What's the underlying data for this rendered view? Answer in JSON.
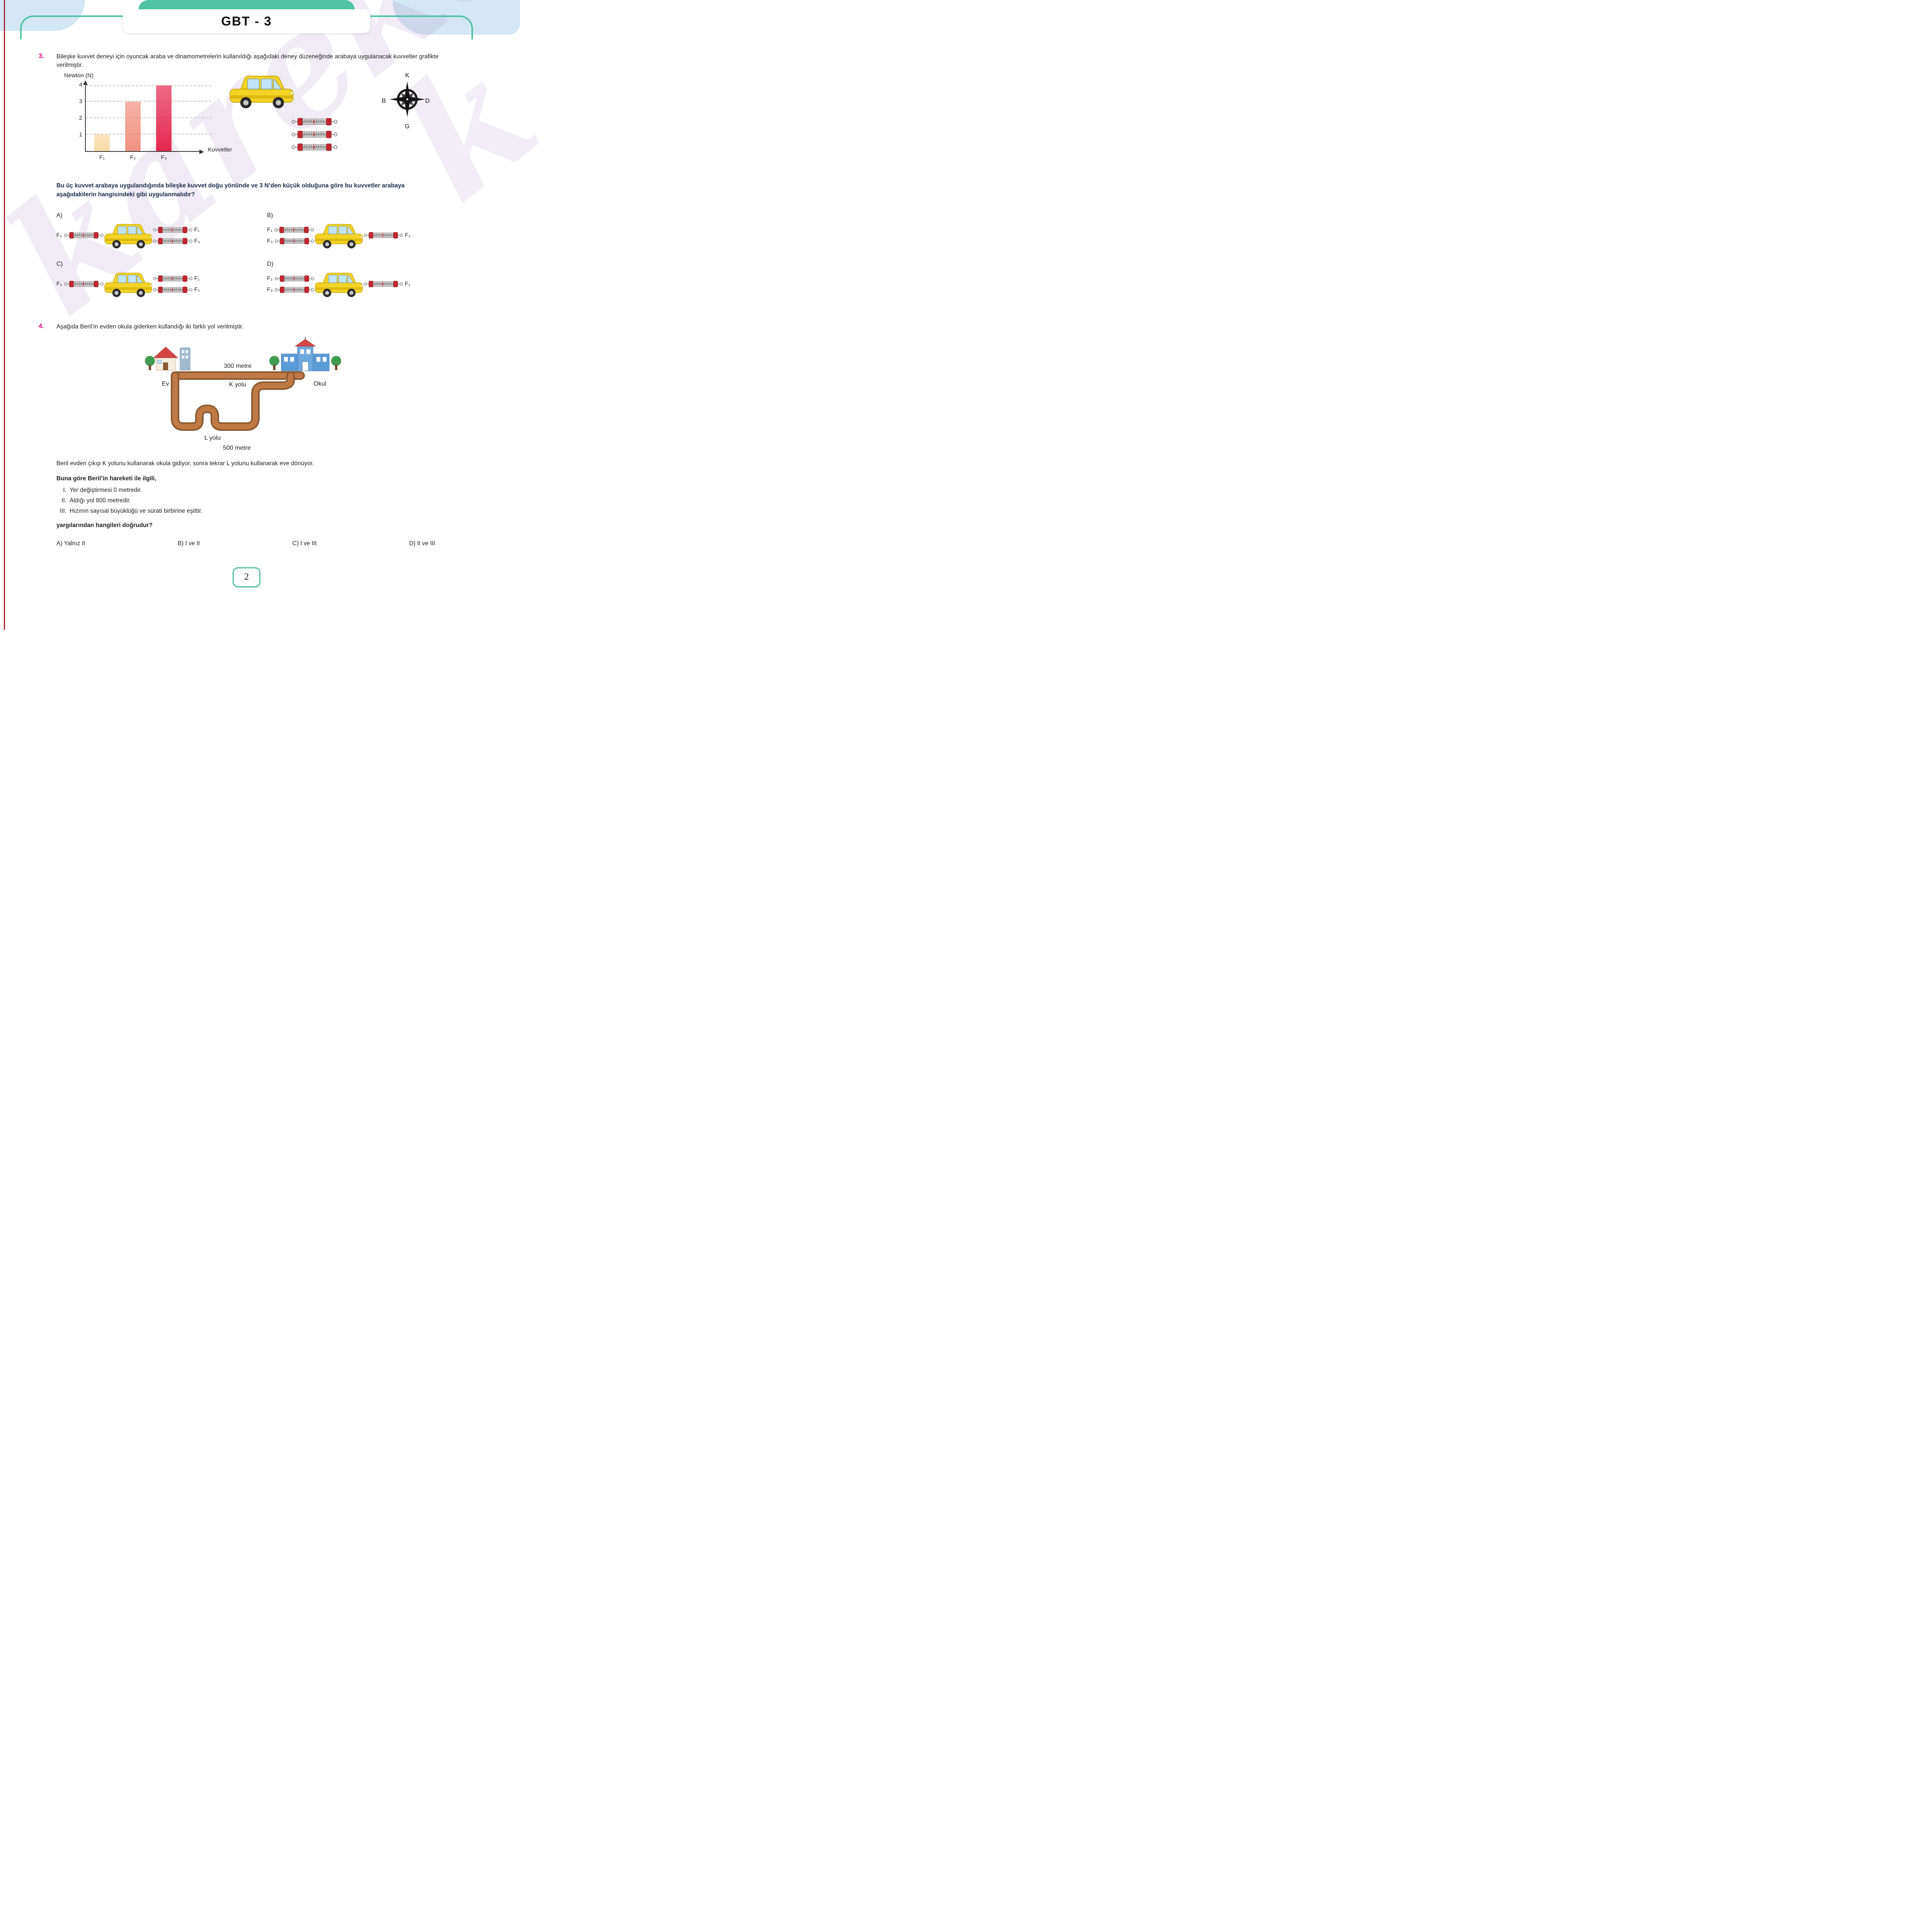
{
  "page": {
    "header_title": "GBT - 3",
    "page_number": "2",
    "watermark": "karekök",
    "accent_teal": "#4fc3a3",
    "accent_magenta": "#e5007d"
  },
  "q3": {
    "number": "3.",
    "intro": "Bileşke kuvvet deneyi için oyuncak araba ve dinamometrelerin kullanıldığı aşağıdaki deney düzeneğinde arabaya uygulanacak kuvvetler grafikte verilmiştir.",
    "question": "Bu üç kuvvet arabaya uygulandığında bileşke kuvvet doğu yönünde ve 3 N’den küçük olduğuna göre bu kuvvetler arabaya aşağıdakilerin hangisindeki gibi uygulanmalıdır?",
    "compass": {
      "top": "K",
      "left": "B",
      "right": "D",
      "bottom": "G"
    },
    "options": [
      {
        "letter": "A)",
        "left_labels": [
          "F₂"
        ],
        "right_labels": [
          "F₁",
          "F₃"
        ]
      },
      {
        "letter": "B)",
        "left_labels": [
          "F₁",
          "F₃"
        ],
        "right_labels": [
          "F₂"
        ]
      },
      {
        "letter": "C)",
        "left_labels": [
          "F₃"
        ],
        "right_labels": [
          "F₁",
          "F₂"
        ]
      },
      {
        "letter": "D)",
        "left_labels": [
          "F₂",
          "F₃"
        ],
        "right_labels": [
          "F₁"
        ]
      }
    ]
  },
  "chart_data": {
    "type": "bar",
    "categories": [
      "F₁",
      "F₂",
      "F₃"
    ],
    "values": [
      1,
      3,
      4
    ],
    "title": "",
    "xlabel": "Kuvvetler",
    "ylabel": "Newton (N)",
    "ylim": [
      0,
      4
    ],
    "yticks": [
      1,
      2,
      3,
      4
    ],
    "bar_colors": [
      "#f8d9a4",
      "#f29180",
      "#e5284f"
    ],
    "grid": "dashed horizontal gridlines",
    "legend": "none"
  },
  "q4": {
    "number": "4.",
    "intro": "Aşağıda Beril’in evden okula giderken kullandığı iki farklı yol verilmiştir.",
    "diagram": {
      "home_label": "Ev",
      "school_label": "Okul",
      "k_distance": "300 metre",
      "k_label": "K yolu",
      "l_label": "L yolu",
      "l_distance": "500 metre"
    },
    "body": "Beril evden çıkıp K yolunu kullanarak okula gidiyor, sonra tekrar L yolunu kullanarak eve dönüyor.",
    "lead": "Buna göre Beril’in hareketi ile ilgili,",
    "statements": [
      {
        "num": "I.",
        "text": "Yer değiştirmesi 0 metredir."
      },
      {
        "num": "II.",
        "text": "Aldığı yol 800 metredir."
      },
      {
        "num": "III.",
        "text": "Hızının sayısal büyüklüğü ve sürati birbirine eşittir."
      }
    ],
    "closing": "yargılarından hangileri doğrudur?",
    "choices": [
      {
        "label": "A) Yalnız II"
      },
      {
        "label": "B) I ve II"
      },
      {
        "label": "C) I ve III"
      },
      {
        "label": "D) II ve III"
      }
    ]
  }
}
